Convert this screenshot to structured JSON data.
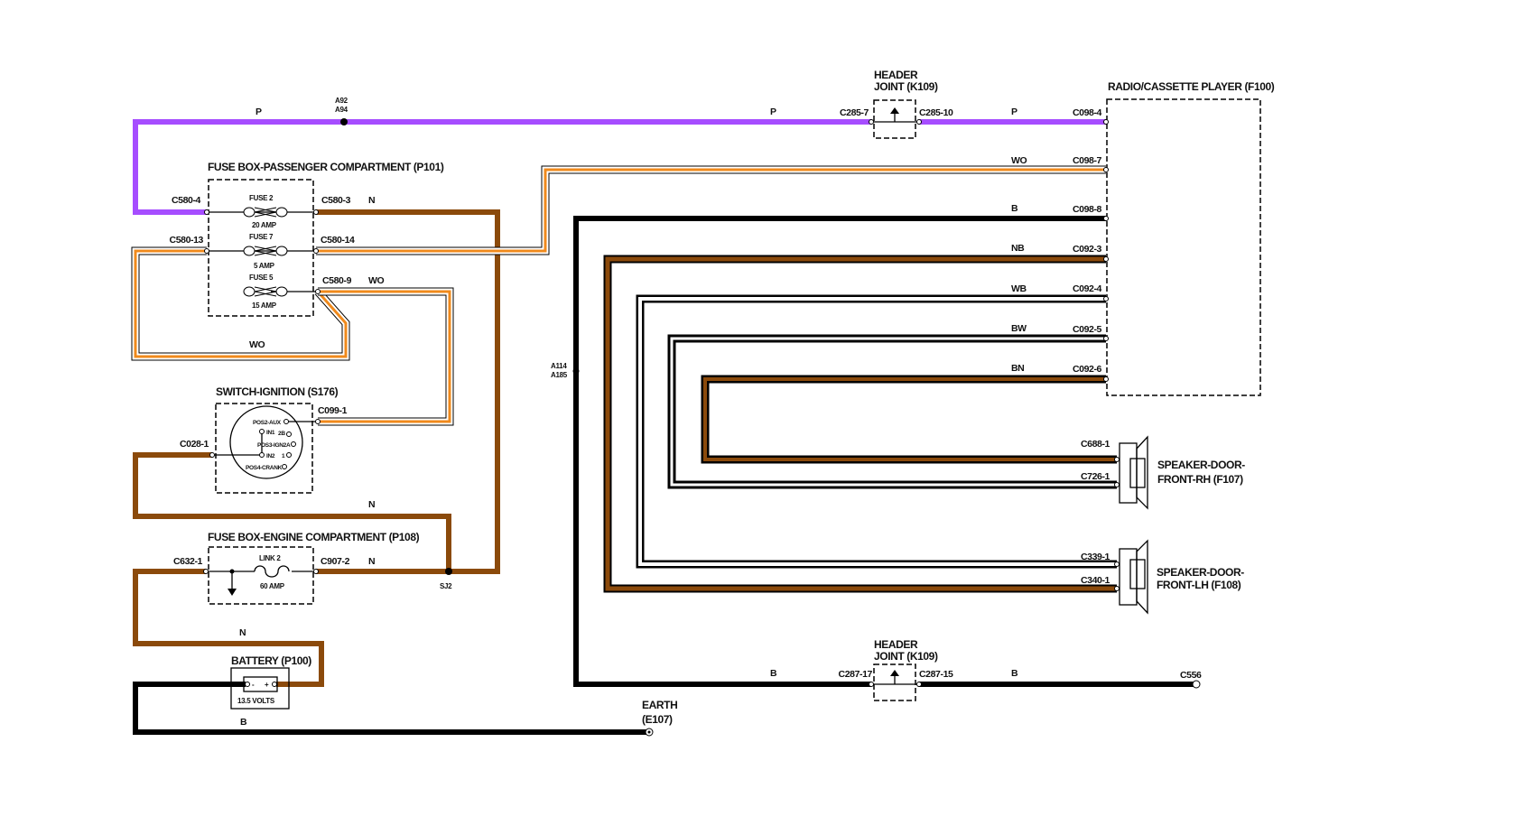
{
  "colors": {
    "purple": "#a64dff",
    "brown": "#8b4a0b",
    "orange": "#f08a1c",
    "black": "#000000",
    "white": "#ffffff"
  },
  "components": {
    "header_joint_top": {
      "line1": "HEADER",
      "line2": "JOINT (K109)"
    },
    "radio": "RADIO/CASSETTE PLAYER (F100)",
    "fusebox_pass": {
      "title": "FUSE BOX-PASSENGER COMPARTMENT (P101)",
      "fuse2": "FUSE 2",
      "fuse2_rating": "20 AMP",
      "fuse7": "FUSE 7",
      "fuse7_rating": "5 AMP",
      "fuse5": "FUSE 5",
      "fuse5_rating": "15 AMP"
    },
    "ignition": {
      "title": "SWITCH-IGNITION (S176)",
      "pos2": "POS2-AUX",
      "in1": "IN1",
      "b2": "2B",
      "pos3": "POS3-IGN2A",
      "in2": "IN2",
      "one": "1",
      "pos4": "POS4-CRANK"
    },
    "fusebox_engine": {
      "title": "FUSE BOX-ENGINE COMPARTMENT (P108)",
      "link": "LINK 2",
      "rating": "60 AMP"
    },
    "battery": {
      "title": "BATTERY (P100)",
      "volts": "13.5 VOLTS",
      "neg": "-",
      "pos": "+"
    },
    "speaker_rh": {
      "line1": "SPEAKER-DOOR-",
      "line2": "FRONT-RH (F107)"
    },
    "speaker_lh": {
      "line1": "SPEAKER-DOOR-",
      "line2": "FRONT-LH (F108)"
    },
    "header_joint_bottom": {
      "line1": "HEADER",
      "line2": "JOINT (K109)"
    },
    "earth": {
      "line1": "EARTH",
      "line2": "(E107)"
    }
  },
  "connectors": {
    "c580_4": "C580-4",
    "c580_13": "C580-13",
    "c580_3": "C580-3",
    "c580_14": "C580-14",
    "c580_9": "C580-9",
    "c099_1": "C099-1",
    "c028_1": "C028-1",
    "c632_1": "C632-1",
    "c907_2": "C907-2",
    "c285_7": "C285-7",
    "c285_10": "C285-10",
    "c098_4": "C098-4",
    "c098_7": "C098-7",
    "c098_8": "C098-8",
    "c092_3": "C092-3",
    "c092_4": "C092-4",
    "c092_5": "C092-5",
    "c092_6": "C092-6",
    "c688_1": "C688-1",
    "c726_1": "C726-1",
    "c339_1": "C339-1",
    "c340_1": "C340-1",
    "c287_17": "C287-17",
    "c287_15": "C287-15",
    "c556": "C556"
  },
  "splices": {
    "a92": "A92",
    "a94": "A94",
    "a114": "A114",
    "a185": "A185",
    "sj2": "SJ2"
  },
  "wire_labels": {
    "p1": "P",
    "p2": "P",
    "p3": "P",
    "n1": "N",
    "wo1": "WO",
    "wo2": "WO",
    "n2": "N",
    "n3": "N",
    "n4": "N",
    "b1": "B",
    "wo3": "WO",
    "b2": "B",
    "nb": "NB",
    "wb": "WB",
    "bw": "BW",
    "bn": "BN",
    "b3": "B",
    "b4": "B"
  }
}
